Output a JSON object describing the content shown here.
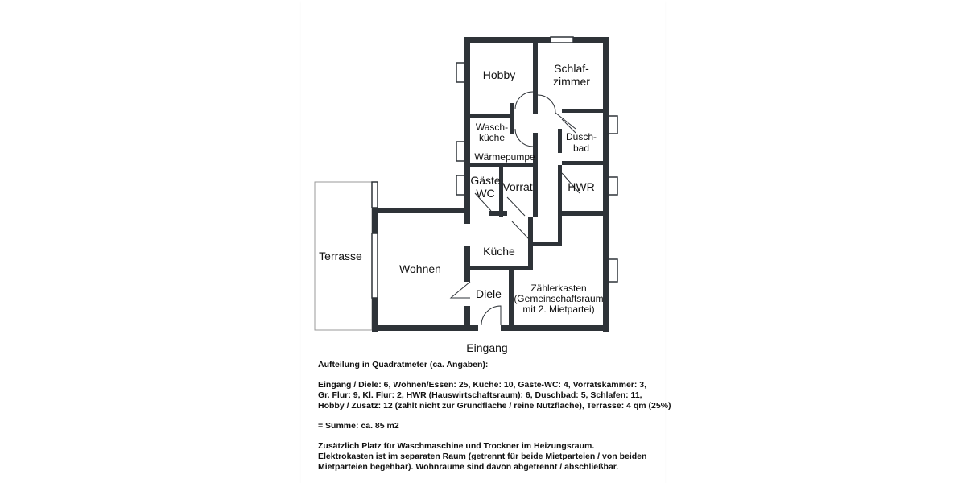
{
  "rooms": {
    "hobby": "Hobby",
    "schlaf_1": "Schlaf-",
    "schlaf_2": "zimmer",
    "wasch_1": "Wasch-",
    "wasch_2": "küche",
    "waerme": "Wärmepumpe",
    "dusch_1": "Dusch-",
    "dusch_2": "bad",
    "gaeste_1": "Gäste",
    "gaeste_2": "WC",
    "vorrat": "Vorrat",
    "hwr": "HWR",
    "terrasse": "Terrasse",
    "wohnen": "Wohnen",
    "kueche": "Küche",
    "diele": "Diele",
    "zaehler_1": "Zählerkasten",
    "zaehler_2": "(Gemeinschaftsraum",
    "zaehler_3": "mit 2. Mietpartei)",
    "eingang": "Eingang"
  },
  "notes": {
    "heading": "Aufteilung in Quadratmeter (ca. Angaben):",
    "areas_1": "Eingang / Diele: 6, Wohnen/Essen: 25, Küche: 10, Gäste-WC: 4, Vorratskammer: 3,",
    "areas_2": "Gr. Flur: 9, Kl. Flur: 2, HWR (Hauswirtschaftsraum): 6, Duschbad: 5, Schlafen: 11,",
    "areas_3": "Hobby / Zusatz: 12 (zählt nicht zur Grundfläche / reine Nutzfläche), Terrasse: 4 qm (25%)",
    "sum": "= Summe: ca. 85 m2",
    "extra_1": "Zusätzlich Platz für Waschmaschine und Trockner im Heizungsraum.",
    "extra_2": "Elektrokasten ist im separaten Raum (getrennt für beide Mietparteien / von beiden",
    "extra_3": "Mietparteien begehbar). Wohnräume sind davon abgetrennt / abschließbar."
  },
  "colors": {
    "wall": "#2e3338",
    "background": "#ffffff"
  }
}
